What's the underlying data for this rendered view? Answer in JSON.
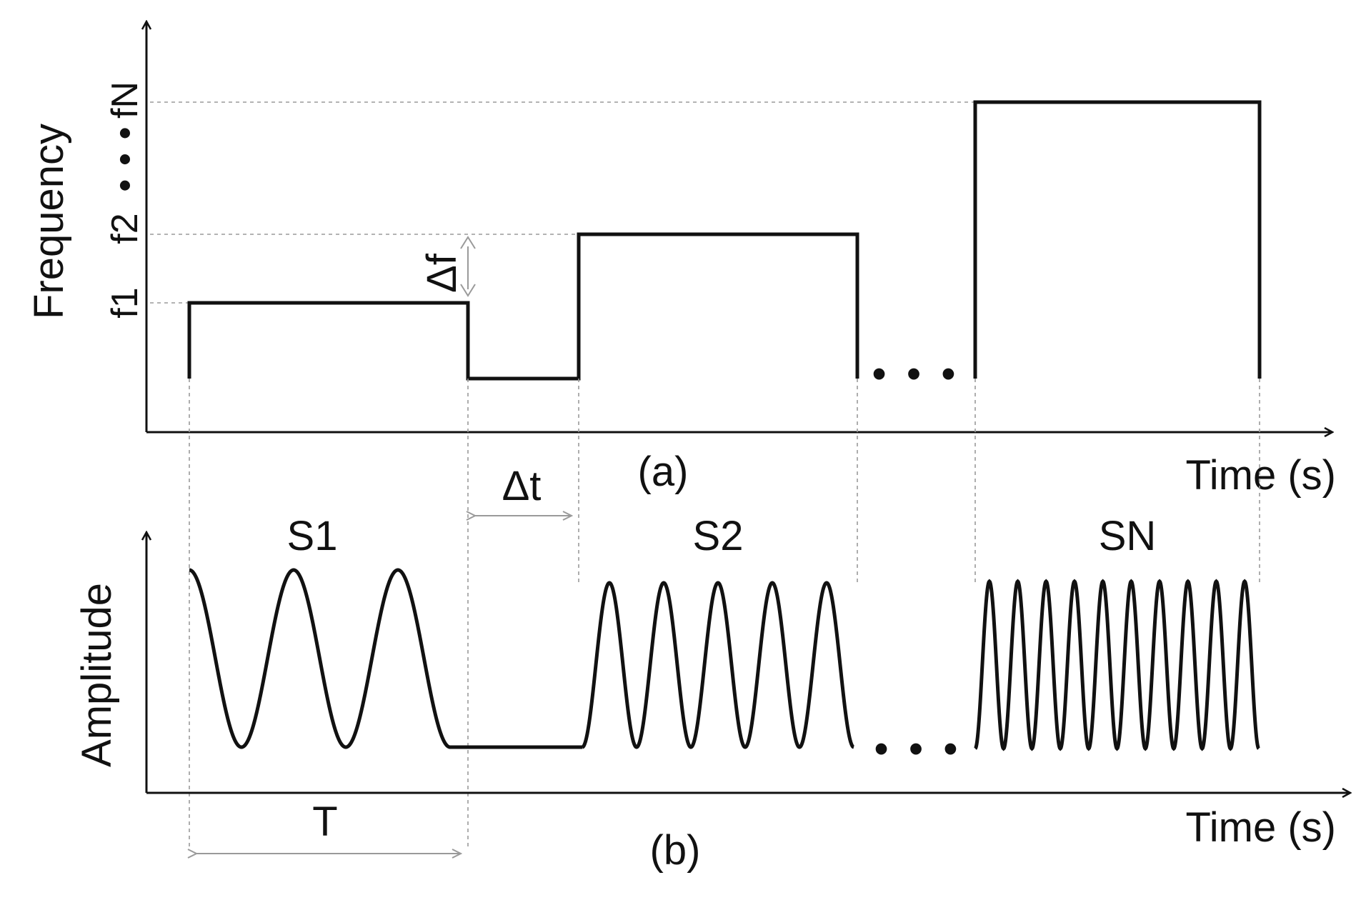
{
  "panel_a": {
    "y_axis_label": "Frequency",
    "x_axis_label": "Time (s)",
    "caption": "(a)",
    "freq_labels": [
      "f1",
      "f2",
      "• • •",
      "fN"
    ],
    "delta_f_label": "Δf",
    "ellipsis": "• • •"
  },
  "panel_b": {
    "y_axis_label": "Amplitude",
    "x_axis_label": "Time (s)",
    "caption": "(b)",
    "segment_labels": [
      "S1",
      "S2",
      "SN"
    ],
    "delta_t_label": "Δt",
    "period_label": "T",
    "ellipsis": "• • •"
  },
  "colors": {
    "signal": "#111111",
    "guide": "#9a9a9a"
  },
  "chart_data": {
    "type": "line",
    "segments": [
      {
        "name": "S1",
        "frequency": "f1",
        "cycles": 3
      },
      {
        "name": "S2",
        "frequency": "f2",
        "cycles": 5
      },
      {
        "name": "SN",
        "frequency": "fN",
        "cycles": 10
      }
    ]
  }
}
